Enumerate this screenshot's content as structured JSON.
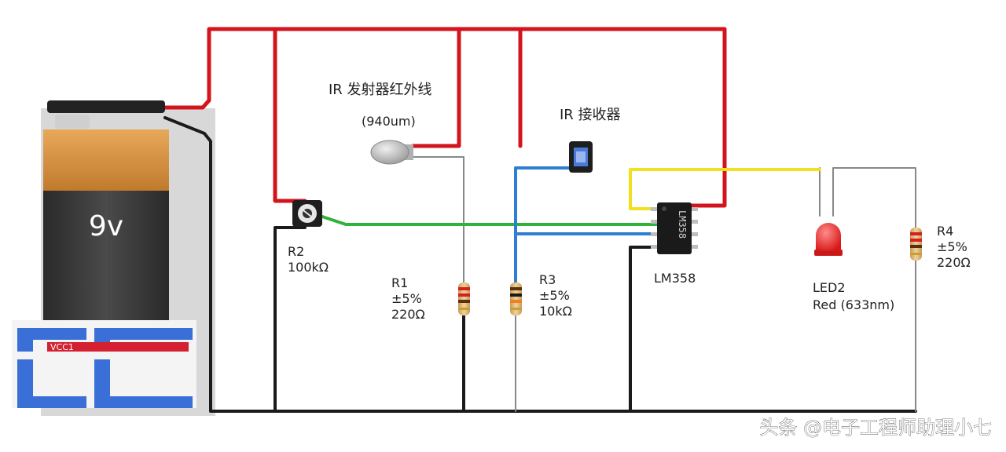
{
  "battery": {
    "voltage_label": "9v"
  },
  "ir_emitter": {
    "title": "IR 发射器红外线",
    "wavelength": "(940um)"
  },
  "ir_receiver": {
    "title": "IR 接收器"
  },
  "r2": {
    "name": "R2",
    "value": "100kΩ"
  },
  "r1": {
    "name": "R1",
    "tolerance": "±5%",
    "value": "220Ω"
  },
  "r3": {
    "name": "R3",
    "tolerance": "±5%",
    "value": "10kΩ"
  },
  "r4": {
    "name": "R4",
    "tolerance": "±5%",
    "value": "220Ω"
  },
  "ic": {
    "name": "LM358",
    "marking": "LM358"
  },
  "led": {
    "name": "LED2",
    "color": "Red (633nm)"
  },
  "logo": {
    "text": "VCC1"
  },
  "watermark": {
    "text": "头条 @电子工程师助理小七"
  },
  "colors": {
    "positive": "#d4141c",
    "ground": "#1a1a1a",
    "signal_green": "#2fb33a",
    "signal_blue": "#2f7fd0",
    "output_yellow": "#f0e020",
    "led_red": "#e02020"
  }
}
